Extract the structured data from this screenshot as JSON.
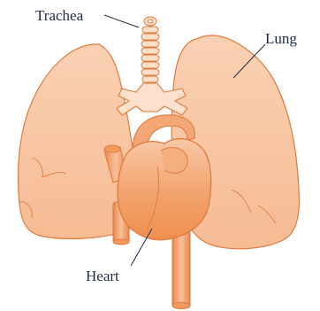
{
  "labels": {
    "trachea": "Trachea",
    "lung": "Lung",
    "heart": "Heart"
  },
  "colors": {
    "organ_fill": "#f7bf99",
    "organ_stroke": "#df7b3d",
    "heart_fill": "#f29b5d",
    "vessel_fill": "#f6b287",
    "trachea_fill": "#fde1cc",
    "leader_line": "#1e2a4a"
  }
}
